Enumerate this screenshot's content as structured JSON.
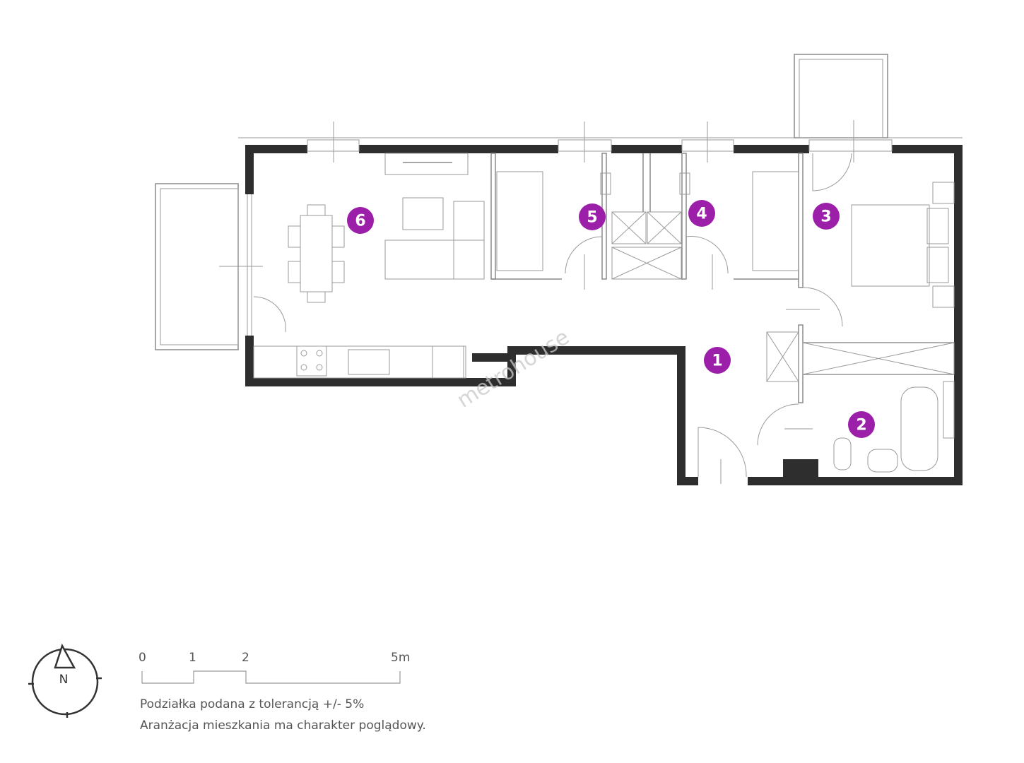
{
  "plan": {
    "accent_color": "#9b1fa8",
    "rooms": [
      {
        "number": "1"
      },
      {
        "number": "2"
      },
      {
        "number": "3"
      },
      {
        "number": "4"
      },
      {
        "number": "5"
      },
      {
        "number": "6"
      }
    ],
    "watermark": "metrohouse"
  },
  "compass": {
    "north_label": "N"
  },
  "scale": {
    "ticks": [
      "0",
      "1",
      "2",
      "5m"
    ]
  },
  "notes": [
    "Podziałka podana z tolerancją +/- 5%",
    "Aranżacja mieszkania ma charakter poglądowy."
  ]
}
